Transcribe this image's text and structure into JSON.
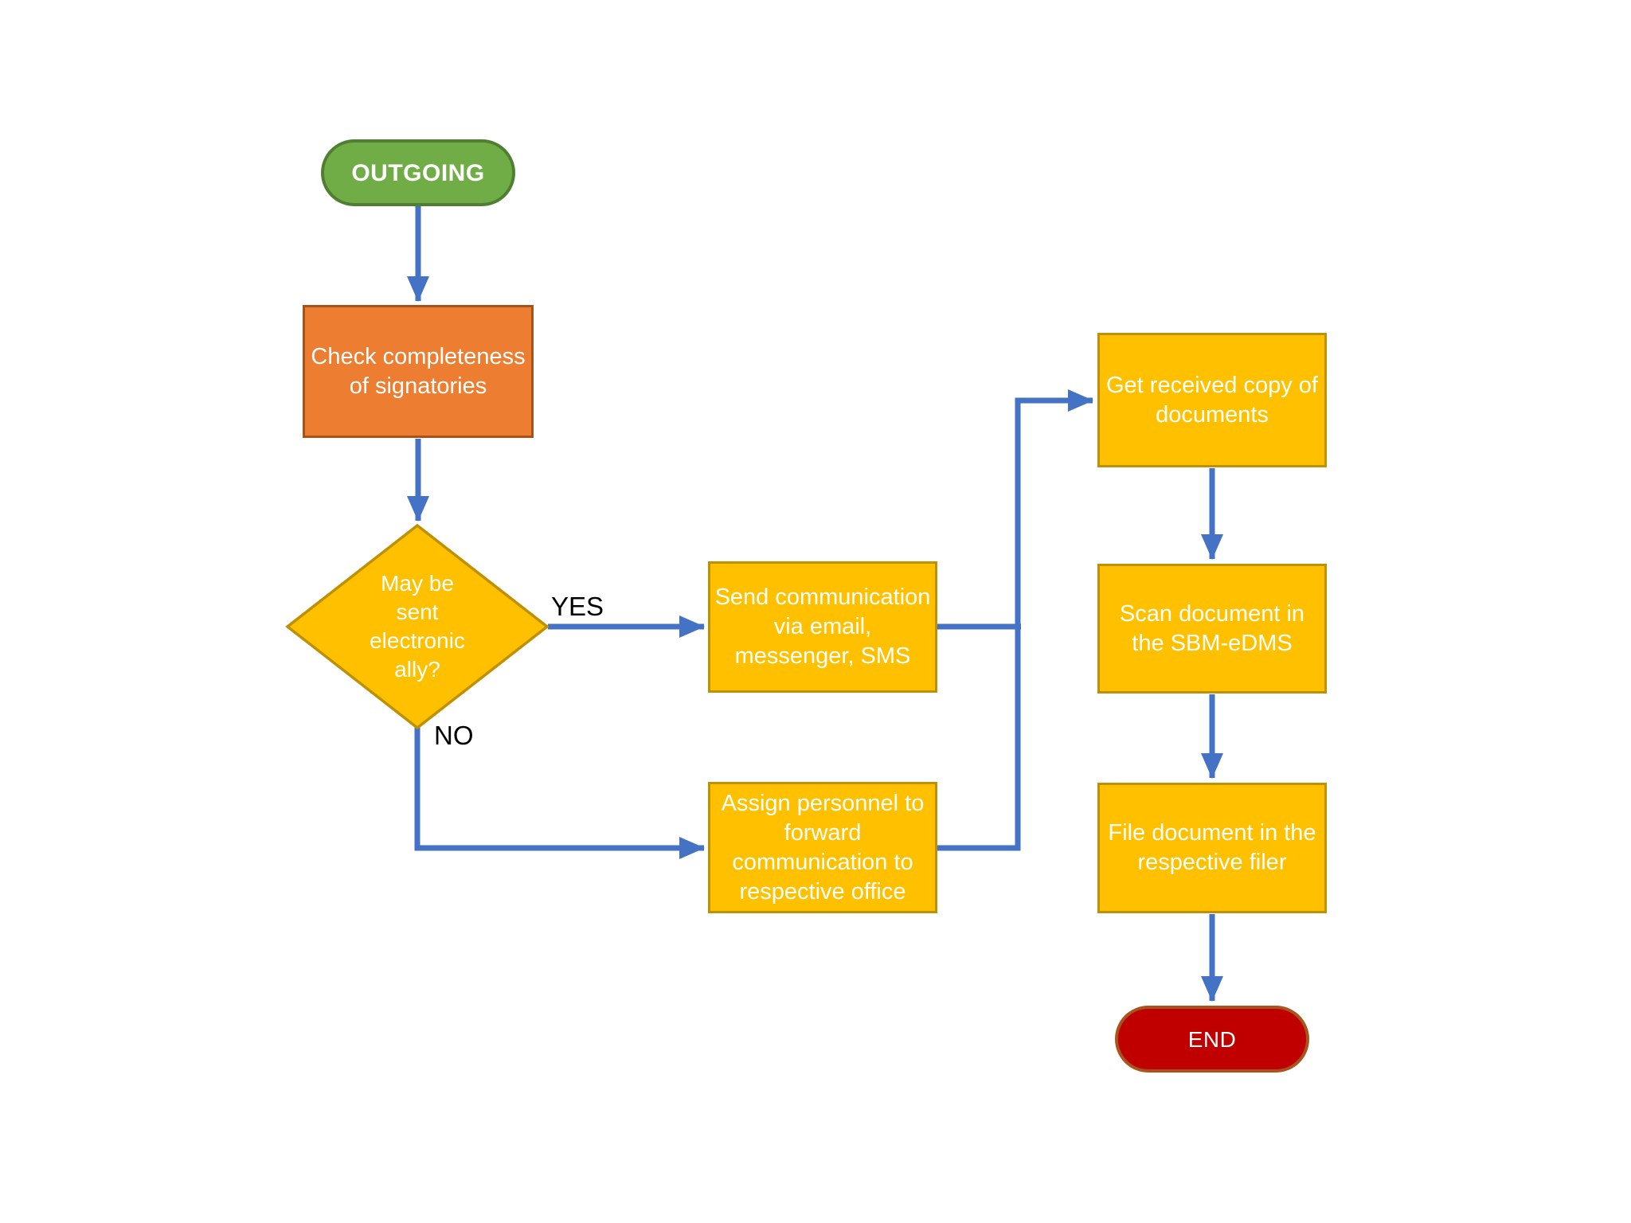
{
  "colors": {
    "arrow": "#4472C4",
    "start_fill": "#70AD47",
    "start_border": "#507E32",
    "process_orange_fill": "#ED7D31",
    "process_orange_border": "#A5521B",
    "gold_fill": "#FFC000",
    "gold_border": "#BF9000",
    "end_fill": "#C00000",
    "end_border": "#A8541C",
    "node_text": "#FFFFFF",
    "label_text": "#000000"
  },
  "nodes": {
    "start": {
      "label": "OUTGOING"
    },
    "check": {
      "label": "Check completeness\nof signatories"
    },
    "decision": {
      "label": "May be\nsent\nelectronic\nally?"
    },
    "send": {
      "label": "Send communication\nvia email,\nmessenger, SMS"
    },
    "assign": {
      "label": "Assign personnel to\nforward\ncommunication to\nrespective office"
    },
    "get_copy": {
      "label": "Get received copy of\ndocuments"
    },
    "scan": {
      "label": "Scan document in\nthe SBM-eDMS"
    },
    "file": {
      "label": "File document in the\nrespective filer"
    },
    "end": {
      "label": "END"
    }
  },
  "edge_labels": {
    "yes": "YES",
    "no": "NO"
  }
}
